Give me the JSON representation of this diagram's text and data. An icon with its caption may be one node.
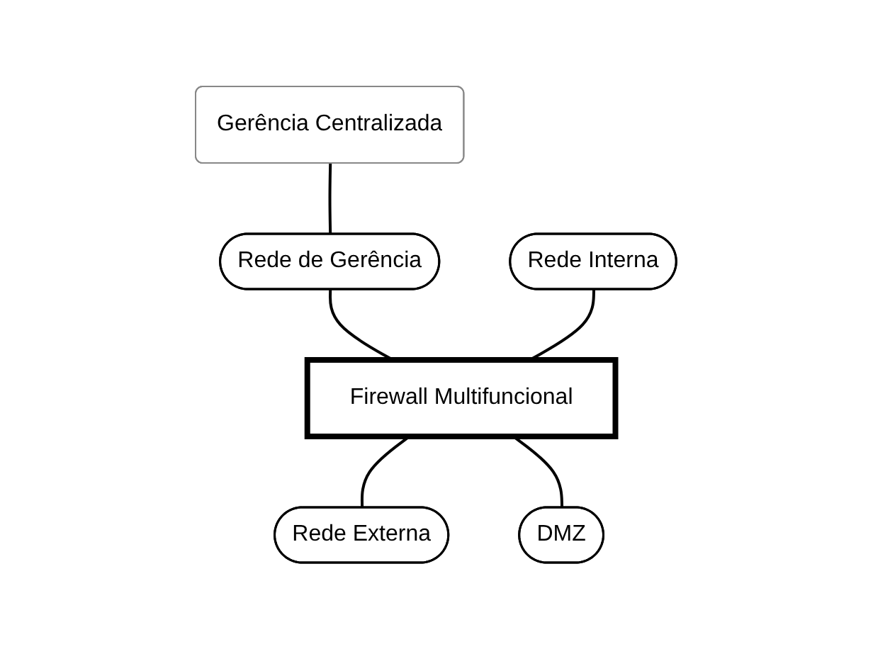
{
  "diagram": {
    "nodes": [
      {
        "text": [
          "Gerência Centralizada"
        ]
      },
      {
        "text": [
          "Rede de Gerência"
        ]
      },
      {
        "text": [
          "Rede Interna"
        ]
      },
      {
        "text": [
          "Firewall Multifuncional"
        ]
      },
      {
        "text": [
          "Rede Externa"
        ]
      },
      {
        "text": [
          "DMZ"
        ]
      }
    ],
    "edges": [
      {
        "from": 0,
        "to": 1,
        "arrow": "none"
      },
      {
        "from": 1,
        "to": 3,
        "arrow": "none"
      },
      {
        "from": 2,
        "to": 3,
        "arrow": "none"
      },
      {
        "from": 3,
        "to": 4,
        "arrow": "none"
      },
      {
        "from": 3,
        "to": 5,
        "arrow": "none"
      }
    ]
  }
}
